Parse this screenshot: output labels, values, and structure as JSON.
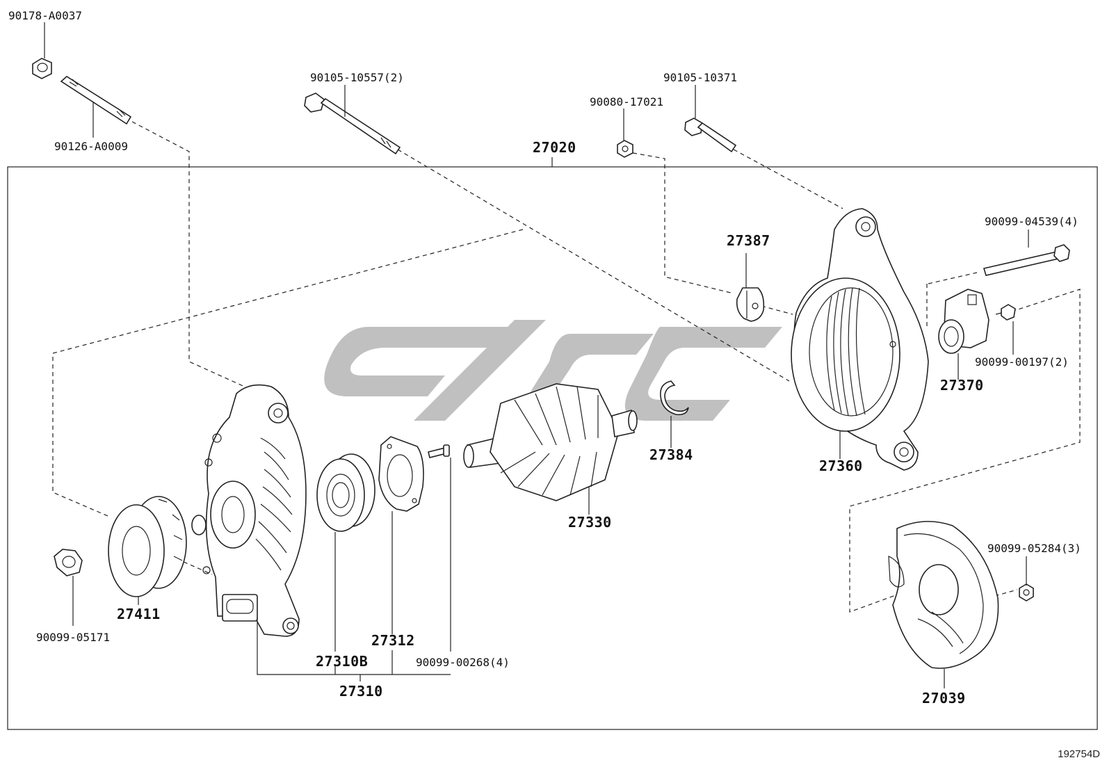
{
  "diagram": {
    "figure_id": "192754D",
    "assembly_label": "27020",
    "labels": {
      "nut_90178": "90178-A0037",
      "stud_90126": "90126-A0009",
      "bolt_90105_10557": "90105-10557(2)",
      "nut_90080": "90080-17021",
      "bolt_90105_10371": "90105-10371",
      "screw_90099_04539": "90099-04539(4)",
      "part_27387": "27387",
      "part_27370": "27370",
      "screw_90099_00197": "90099-00197(2)",
      "part_27384": "27384",
      "part_27360": "27360",
      "part_27330": "27330",
      "part_27411": "27411",
      "nut_90099_05171": "90099-05171",
      "part_27312": "27312",
      "part_27310B": "27310B",
      "screw_90099_00268": "90099-00268(4)",
      "part_27310": "27310",
      "nut_90099_05284": "90099-05284(3)",
      "part_27039": "27039"
    },
    "watermark_color": "#b8b8b8",
    "line_color": "#222222"
  }
}
